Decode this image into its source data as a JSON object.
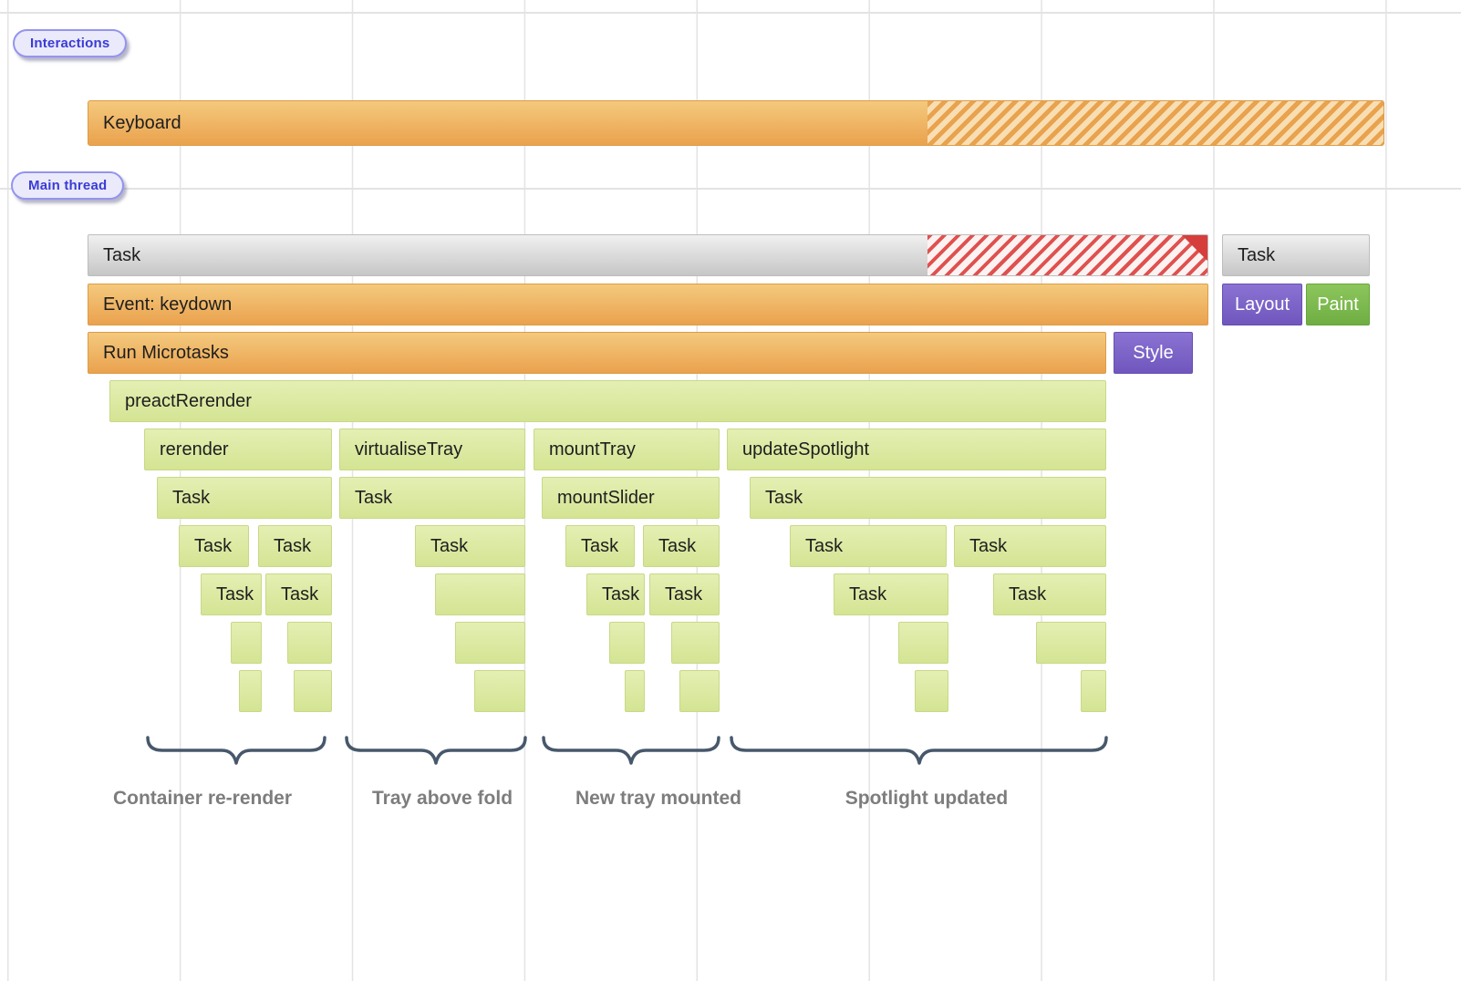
{
  "tracks": {
    "interactions": "Interactions",
    "main_thread": "Main thread"
  },
  "interactions_track": {
    "keyboard_label": "Keyboard"
  },
  "main": {
    "task_label": "Task",
    "event_label": "Event: keydown",
    "microtasks_label": "Run Microtasks",
    "style_label": "Style",
    "preact_label": "preactRerender",
    "level5": [
      "rerender",
      "virtualiseTray",
      "mountTray",
      "updateSpotlight"
    ],
    "level6": [
      "Task",
      "Task",
      "mountSlider",
      "Task"
    ],
    "level7": [
      "Task",
      "Task",
      "Task",
      "Task",
      "Task",
      "Task",
      "Task"
    ],
    "level8": [
      "Task",
      "Task",
      "",
      "Task",
      "Task",
      "Task",
      "Task"
    ]
  },
  "right": {
    "task_label": "Task",
    "layout_label": "Layout",
    "paint_label": "Paint"
  },
  "annotations": [
    "Container re-render",
    "Tray above fold",
    "New tray mounted",
    "Spotlight updated"
  ],
  "colors": {
    "interaction_orange": "#eba24f",
    "task_gray": "#cccccc",
    "scripting_green": "#d9e79c",
    "rendering_purple": "#7b61c9",
    "painting_green": "#7bb94e",
    "alert_red": "#dc4a47",
    "pill_purple": "#3b3bd6",
    "annotation_gray": "#7d7d7d"
  }
}
